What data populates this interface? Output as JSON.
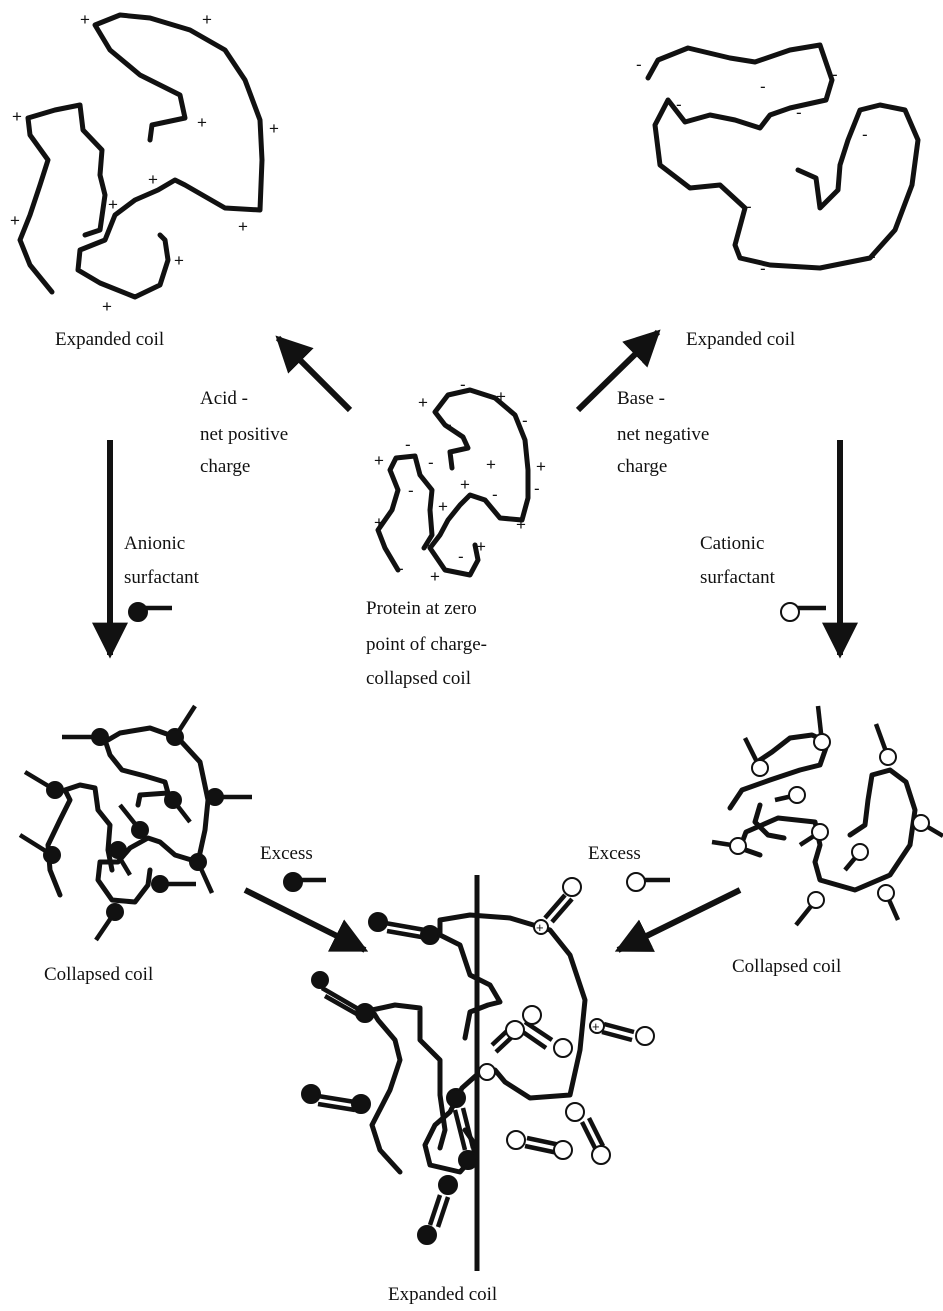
{
  "labels": {
    "expanded_coil_top_left": "Expanded coil",
    "expanded_coil_top_right": "Expanded coil",
    "acid_line1": "Acid -",
    "acid_line2": "net positive",
    "acid_line3": "charge",
    "base_line1": "Base -",
    "base_line2": "net negative",
    "base_line3": "charge",
    "anionic_line1": "Anionic",
    "anionic_line2": "surfactant",
    "cationic_line1": "Cationic",
    "cationic_line2": "surfactant",
    "protein_line1": "Protein at zero",
    "protein_line2": "point of charge-",
    "protein_line3": "collapsed coil",
    "excess_left": "Excess",
    "excess_right": "Excess",
    "collapsed_coil_left": "Collapsed coil",
    "collapsed_coil_right": "Collapsed coil",
    "expanded_coil_bottom": "Expanded coil"
  },
  "charge_symbols": {
    "positive": "+",
    "negative": "-"
  },
  "legend": {
    "anionic_head": "filled-circle",
    "cationic_head": "open-circle"
  },
  "colors": {
    "ink": "#111111",
    "background": "#ffffff"
  }
}
